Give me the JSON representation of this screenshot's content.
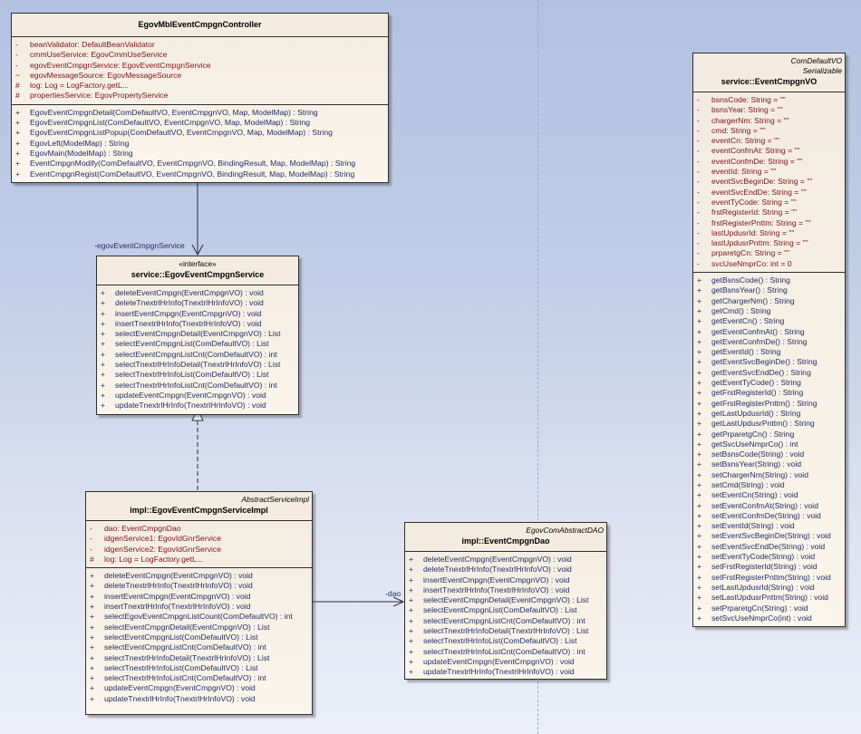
{
  "classes": {
    "controller": {
      "name": "EgovMblEventCmpgnController",
      "attributes": [
        {
          "vis": "-",
          "text": "beanValidator:  DefaultBeanValidator"
        },
        {
          "vis": "-",
          "text": "cmmUseService:  EgovCmmUseService"
        },
        {
          "vis": "-",
          "text": "egovEventCmpgnService:  EgovEventCmpgnService"
        },
        {
          "vis": "~",
          "text": "egovMessageSource:  EgovMessageSource"
        },
        {
          "vis": "#",
          "text": "log:  Log = LogFactory.getL..."
        },
        {
          "vis": "#",
          "text": "propertiesService:  EgovPropertyService"
        }
      ],
      "operations": [
        {
          "vis": "+",
          "text": "EgovEventCmpgnDetail(ComDefaultVO, EventCmpgnVO, Map, ModelMap) : String"
        },
        {
          "vis": "+",
          "text": "EgovEventCmpgnList(ComDefaultVO, EventCmpgnVO, Map, ModelMap) : String"
        },
        {
          "vis": "+",
          "text": "EgovEventCmpgnListPopup(ComDefaultVO, EventCmpgnVO, Map, ModelMap) : String"
        },
        {
          "vis": "+",
          "text": "EgovLeft(ModelMap) : String"
        },
        {
          "vis": "+",
          "text": "EgovMain(ModelMap) : String"
        },
        {
          "vis": "+",
          "text": "EventCmpgnModify(ComDefaultVO, EventCmpgnVO, BindingResult, Map, ModelMap) : String"
        },
        {
          "vis": "+",
          "text": "EventCmpgnRegist(ComDefaultVO, EventCmpgnVO, BindingResult, Map, ModelMap) : String"
        }
      ]
    },
    "service": {
      "stereotype": "«interface»",
      "name": "service::EgovEventCmpgnService",
      "operations": [
        {
          "vis": "+",
          "text": "deleteEventCmpgn(EventCmpgnVO) : void"
        },
        {
          "vis": "+",
          "text": "deleteTnextrlHrInfo(TnextrlHrInfoVO) : void"
        },
        {
          "vis": "+",
          "text": "insertEventCmpgn(EventCmpgnVO) : void"
        },
        {
          "vis": "+",
          "text": "insertTnextrlHrInfo(TnextrlHrInfoVO) : void"
        },
        {
          "vis": "+",
          "text": "selectEventCmpgnDetail(EventCmpgnVO) : List"
        },
        {
          "vis": "+",
          "text": "selectEventCmpgnList(ComDefaultVO) : List"
        },
        {
          "vis": "+",
          "text": "selectEventCmpgnListCnt(ComDefaultVO) : int"
        },
        {
          "vis": "+",
          "text": "selectTnextrlHrInfoDetail(TnextrlHrInfoVO) : List"
        },
        {
          "vis": "+",
          "text": "selectTnextrlHrInfoList(ComDefaultVO) : List"
        },
        {
          "vis": "+",
          "text": "selectTnextrlHrInfoListCnt(ComDefaultVO) : int"
        },
        {
          "vis": "+",
          "text": "updateEventCmpgn(EventCmpgnVO) : void"
        },
        {
          "vis": "+",
          "text": "updateTnextrlHrInfo(TnextrlHrInfoVO) : void"
        }
      ]
    },
    "serviceImpl": {
      "parent": "AbstractServiceImpl",
      "name": "impl::EgovEventCmpgnServiceImpl",
      "attributes": [
        {
          "vis": "-",
          "text": "dao:  EventCmpgnDao"
        },
        {
          "vis": "-",
          "text": "idgenService1:  EgovIdGnrService"
        },
        {
          "vis": "-",
          "text": "idgenService2:  EgovIdGnrService"
        },
        {
          "vis": "#",
          "text": "log:  Log = LogFactory.getL..."
        }
      ],
      "operations": [
        {
          "vis": "+",
          "text": "deleteEventCmpgn(EventCmpgnVO) : void"
        },
        {
          "vis": "+",
          "text": "deleteTnextrlHrInfo(TnextrlHrInfoVO) : void"
        },
        {
          "vis": "+",
          "text": "insertEventCmpgn(EventCmpgnVO) : void"
        },
        {
          "vis": "+",
          "text": "insertTnextrlHrInfo(TnextrlHrInfoVO) : void"
        },
        {
          "vis": "+",
          "text": "selectEgovEventCmpgnListCount(ComDefaultVO) : int"
        },
        {
          "vis": "+",
          "text": "selectEventCmpgnDetail(EventCmpgnVO) : List"
        },
        {
          "vis": "+",
          "text": "selectEventCmpgnList(ComDefaultVO) : List"
        },
        {
          "vis": "+",
          "text": "selectEventCmpgnListCnt(ComDefaultVO) : int"
        },
        {
          "vis": "+",
          "text": "selectTnextrlHrInfoDetail(TnextrlHrInfoVO) : List"
        },
        {
          "vis": "+",
          "text": "selectTnextrlHrInfoList(ComDefaultVO) : List"
        },
        {
          "vis": "+",
          "text": "selectTnextrlHrInfoListCnt(ComDefaultVO) : int"
        },
        {
          "vis": "+",
          "text": "updateEventCmpgn(EventCmpgnVO) : void"
        },
        {
          "vis": "+",
          "text": "updateTnextrlHrInfo(TnextrlHrInfoVO) : void"
        }
      ]
    },
    "dao": {
      "parent": "EgovComAbstractDAO",
      "name": "impl::EventCmpgnDao",
      "operations": [
        {
          "vis": "+",
          "text": "deleteEventCmpgn(EventCmpgnVO) : void"
        },
        {
          "vis": "+",
          "text": "deleteTnextrlHrInfo(TnextrlHrInfoVO) : void"
        },
        {
          "vis": "+",
          "text": "insertEventCmpgn(EventCmpgnVO) : void"
        },
        {
          "vis": "+",
          "text": "insertTnextrlHrInfo(TnextrlHrInfoVO) : void"
        },
        {
          "vis": "+",
          "text": "selectEventCmpgnDetail(EventCmpgnVO) : List"
        },
        {
          "vis": "+",
          "text": "selectEventCmpgnList(ComDefaultVO) : List"
        },
        {
          "vis": "+",
          "text": "selectEventCmpgnListCnt(ComDefaultVO) : int"
        },
        {
          "vis": "+",
          "text": "selectTnextrlHrInfoDetail(TnextrlHrInfoVO) : List"
        },
        {
          "vis": "+",
          "text": "selectTnextrlHrInfoList(ComDefaultVO) : List"
        },
        {
          "vis": "+",
          "text": "selectTnextrlHrInfoListCnt(ComDefaultVO) : int"
        },
        {
          "vis": "+",
          "text": "updateEventCmpgn(EventCmpgnVO) : void"
        },
        {
          "vis": "+",
          "text": "updateTnextrlHrInfo(TnextrlHrInfoVO) : void"
        }
      ]
    },
    "vo": {
      "parent": "ComDefaultVO",
      "interface": "Serializable",
      "name": "service::EventCmpgnVO",
      "attributes": [
        {
          "vis": "-",
          "text": "bsnsCode:  String = \"\""
        },
        {
          "vis": "-",
          "text": "bsnsYear:  String = \"\""
        },
        {
          "vis": "-",
          "text": "chargerNm:  String = \"\""
        },
        {
          "vis": "-",
          "text": "cmd:  String = \"\""
        },
        {
          "vis": "-",
          "text": "eventCn:  String = \"\""
        },
        {
          "vis": "-",
          "text": "eventConfmAt:  String = \"\""
        },
        {
          "vis": "-",
          "text": "eventConfmDe:  String = \"\""
        },
        {
          "vis": "-",
          "text": "eventId:  String = \"\""
        },
        {
          "vis": "-",
          "text": "eventSvcBeginDe:  String = \"\""
        },
        {
          "vis": "-",
          "text": "eventSvcEndDe:  String = \"\""
        },
        {
          "vis": "-",
          "text": "eventTyCode:  String = \"\""
        },
        {
          "vis": "-",
          "text": "frstRegisterId:  String = \"\""
        },
        {
          "vis": "-",
          "text": "frstRegisterPnttm:  String = \"\""
        },
        {
          "vis": "-",
          "text": "lastUpdusrId:  String = \"\""
        },
        {
          "vis": "-",
          "text": "lastUpdusrPnttm:  String = \"\""
        },
        {
          "vis": "-",
          "text": "prparetgCn:  String = \"\""
        },
        {
          "vis": "-",
          "text": "svcUseNmprCo:  int = 0"
        }
      ],
      "operations": [
        {
          "vis": "+",
          "text": "getBsnsCode() : String"
        },
        {
          "vis": "+",
          "text": "getBsnsYear() : String"
        },
        {
          "vis": "+",
          "text": "getChargerNm() : String"
        },
        {
          "vis": "+",
          "text": "getCmd() : String"
        },
        {
          "vis": "+",
          "text": "getEventCn() : String"
        },
        {
          "vis": "+",
          "text": "getEventConfmAt() : String"
        },
        {
          "vis": "+",
          "text": "getEventConfmDe() : String"
        },
        {
          "vis": "+",
          "text": "getEventId() : String"
        },
        {
          "vis": "+",
          "text": "getEventSvcBeginDe() : String"
        },
        {
          "vis": "+",
          "text": "getEventSvcEndDe() : String"
        },
        {
          "vis": "+",
          "text": "getEventTyCode() : String"
        },
        {
          "vis": "+",
          "text": "getFrstRegisterId() : String"
        },
        {
          "vis": "+",
          "text": "getFrstRegisterPnttm() : String"
        },
        {
          "vis": "+",
          "text": "getLastUpdusrId() : String"
        },
        {
          "vis": "+",
          "text": "getLastUpdusrPnttm() : String"
        },
        {
          "vis": "+",
          "text": "getPrparetgCn() : String"
        },
        {
          "vis": "+",
          "text": "getSvcUseNmprCo() : int"
        },
        {
          "vis": "+",
          "text": "setBsnsCode(String) : void"
        },
        {
          "vis": "+",
          "text": "setBsnsYear(String) : void"
        },
        {
          "vis": "+",
          "text": "setChargerNm(String) : void"
        },
        {
          "vis": "+",
          "text": "setCmd(String) : void"
        },
        {
          "vis": "+",
          "text": "setEventCn(String) : void"
        },
        {
          "vis": "+",
          "text": "setEventConfmAt(String) : void"
        },
        {
          "vis": "+",
          "text": "setEventConfmDe(String) : void"
        },
        {
          "vis": "+",
          "text": "setEventId(String) : void"
        },
        {
          "vis": "+",
          "text": "setEventSvcBeginDe(String) : void"
        },
        {
          "vis": "+",
          "text": "setEventSvcEndDe(String) : void"
        },
        {
          "vis": "+",
          "text": "setEventTyCode(String) : void"
        },
        {
          "vis": "+",
          "text": "setFrstRegisterId(String) : void"
        },
        {
          "vis": "+",
          "text": "setFrstRegisterPnttm(String) : void"
        },
        {
          "vis": "+",
          "text": "setLastUpdusrId(String) : void"
        },
        {
          "vis": "+",
          "text": "setLastUpdusrPnttm(String) : void"
        },
        {
          "vis": "+",
          "text": "setPrparetgCn(String) : void"
        },
        {
          "vis": "+",
          "text": "setSvcUseNmprCo(int) : void"
        }
      ]
    }
  },
  "relations": [
    {
      "type": "association",
      "from": "controller",
      "to": "service",
      "label": "-egovEventCmpgnService"
    },
    {
      "type": "realization",
      "from": "serviceImpl",
      "to": "service",
      "label": ""
    },
    {
      "type": "association",
      "from": "serviceImpl",
      "to": "dao",
      "label": "-dao"
    }
  ],
  "colors": {
    "attribute_text": "#7b1515",
    "operation_text": "#1f2e63",
    "class_fill": "#fbf5ec",
    "background_top": "#b2c1e0",
    "background_bottom": "#eceff8"
  }
}
